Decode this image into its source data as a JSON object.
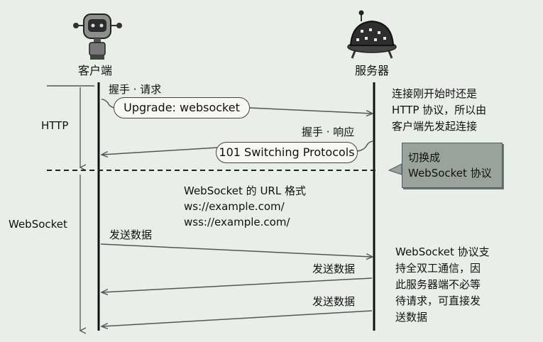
{
  "actors": {
    "client": "客户端",
    "server": "服务器"
  },
  "phases": {
    "http": "HTTP",
    "websocket": "WebSocket"
  },
  "messages": {
    "handshake_request_label": "握手 · 请求",
    "handshake_request_body": "Upgrade: websocket",
    "handshake_response_label": "握手 · 响应",
    "handshake_response_body": "101 Switching Protocols",
    "send_data": "发送数据"
  },
  "notes": {
    "http_note": [
      "连接刚开始时还是",
      "HTTP 协议，所以由",
      "客户端先发起连接"
    ],
    "switch_note": [
      "切换成",
      "WebSocket 协议"
    ],
    "url_note": [
      "WebSocket 的 URL 格式",
      "ws://example.com/",
      "wss://example.com/"
    ],
    "duplex_note": [
      "WebSocket 协议支",
      "持全双工通信，因",
      "此服务器端不必等",
      "待请求，可直接发",
      "送数据"
    ]
  },
  "colors": {
    "background": "#e8efe7",
    "line": "#555555",
    "note_box": "#9aa39a",
    "lifeline": "#111111"
  },
  "icons": {
    "client": "robot-client-icon",
    "server": "server-robot-icon"
  }
}
